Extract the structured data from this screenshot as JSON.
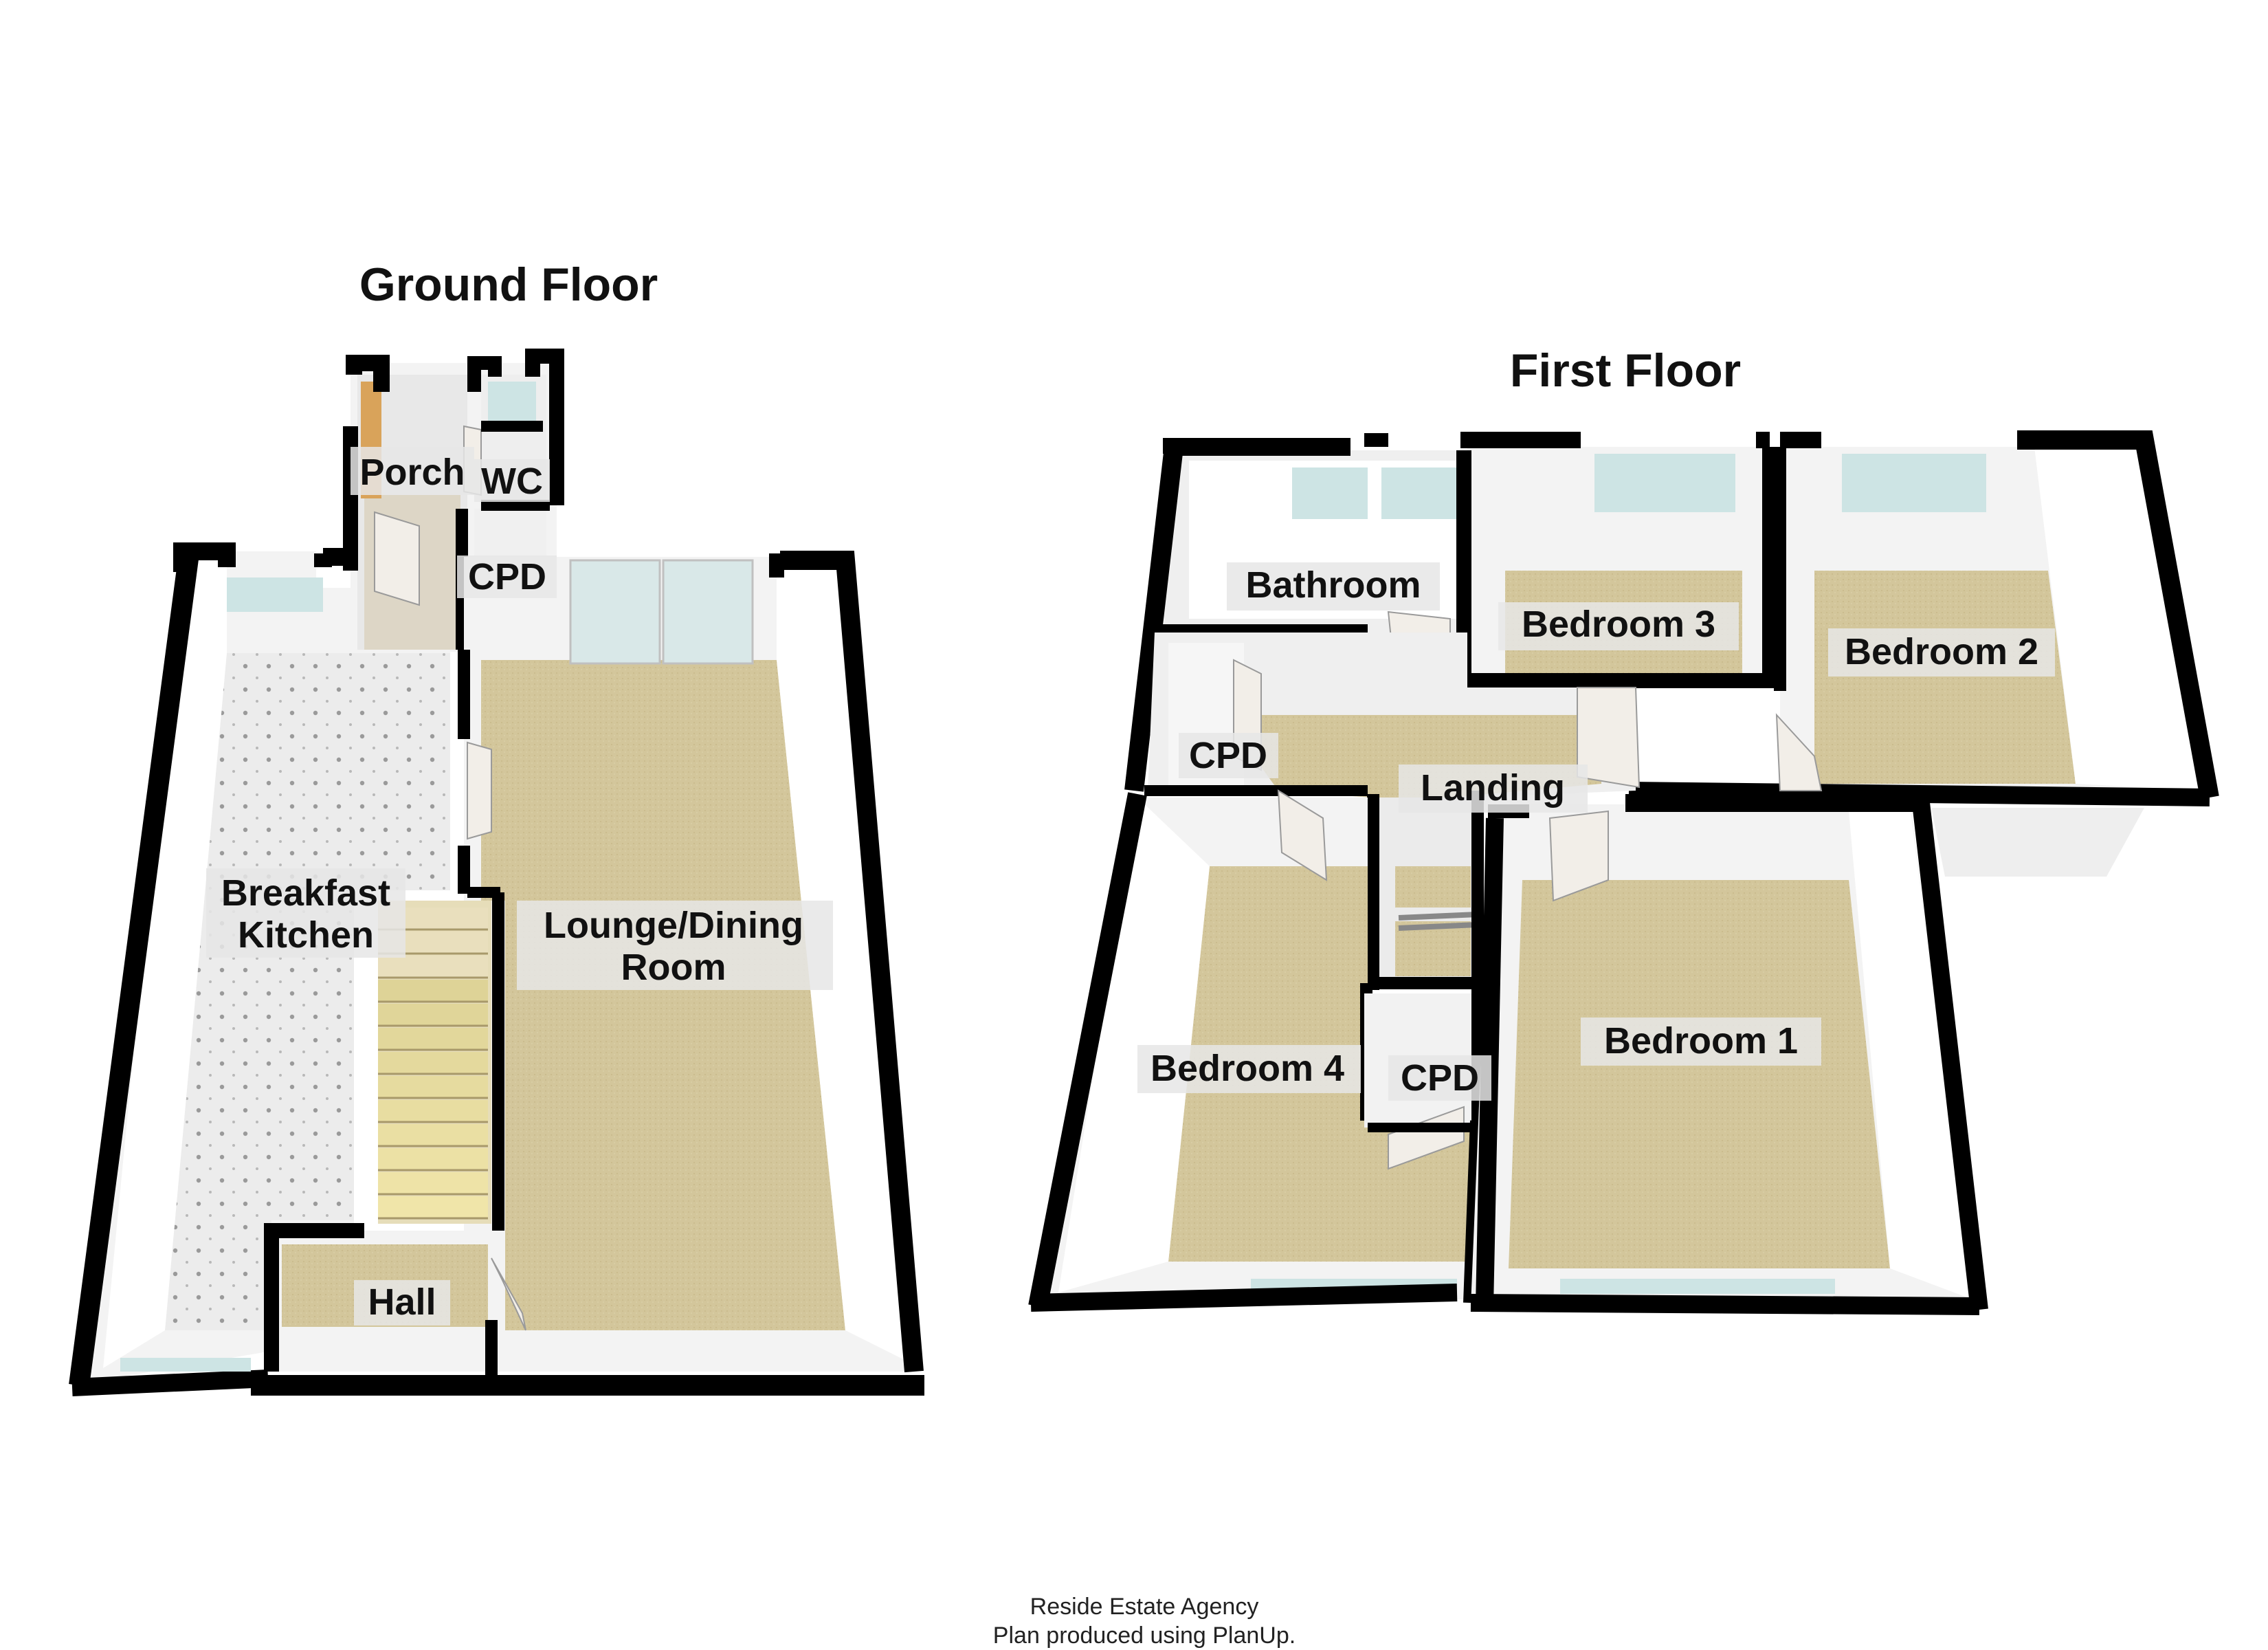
{
  "ground_floor": {
    "title": "Ground Floor",
    "rooms": {
      "porch": "Porch",
      "wc": "WC",
      "cpd": "CPD",
      "breakfast_kitchen_line1": "Breakfast",
      "breakfast_kitchen_line2": "Kitchen",
      "lounge_line1": "Lounge/Dining",
      "lounge_line2": "Room",
      "hall": "Hall"
    }
  },
  "first_floor": {
    "title": "First Floor",
    "rooms": {
      "bathroom": "Bathroom",
      "bedroom3": "Bedroom 3",
      "bedroom2": "Bedroom 2",
      "cpd_left": "CPD",
      "landing": "Landing",
      "bedroom4": "Bedroom 4",
      "cpd_mid": "CPD",
      "bedroom1": "Bedroom 1"
    }
  },
  "footer": {
    "line1": "Reside Estate Agency",
    "line2": "Plan produced using PlanUp."
  },
  "colors": {
    "wall": "#000000",
    "carpet": "#d2c59a",
    "tile": "#e9e9e9",
    "interior_wall": "#f4f4f4",
    "window": "#cde4e4",
    "door": "#f2eee8",
    "front_door": "#d9a35a",
    "stairs": "#d8c98f"
  }
}
